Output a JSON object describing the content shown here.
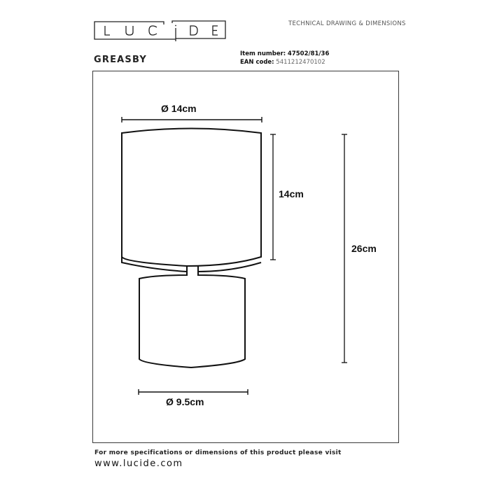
{
  "header": {
    "brand_logo_text": "LUCIDE",
    "subtitle": "TECHNICAL DRAWING & DIMENSIONS",
    "product_name": "GREASBY",
    "item_number_label": "Item number:",
    "item_number_value": "47502/81/36",
    "ean_label": "EAN code:",
    "ean_value": "5411212470102"
  },
  "drawing": {
    "shade_diameter": "Ø 14cm",
    "shade_height": "14cm",
    "total_height": "26cm",
    "base_diameter": "Ø 9.5cm"
  },
  "footer": {
    "text": "For more specifications or dimensions of this product please visit",
    "link": "www.lucide.com"
  },
  "colors": {
    "line": "#111111",
    "frame": "#3a3a3a",
    "background": "#ffffff"
  }
}
